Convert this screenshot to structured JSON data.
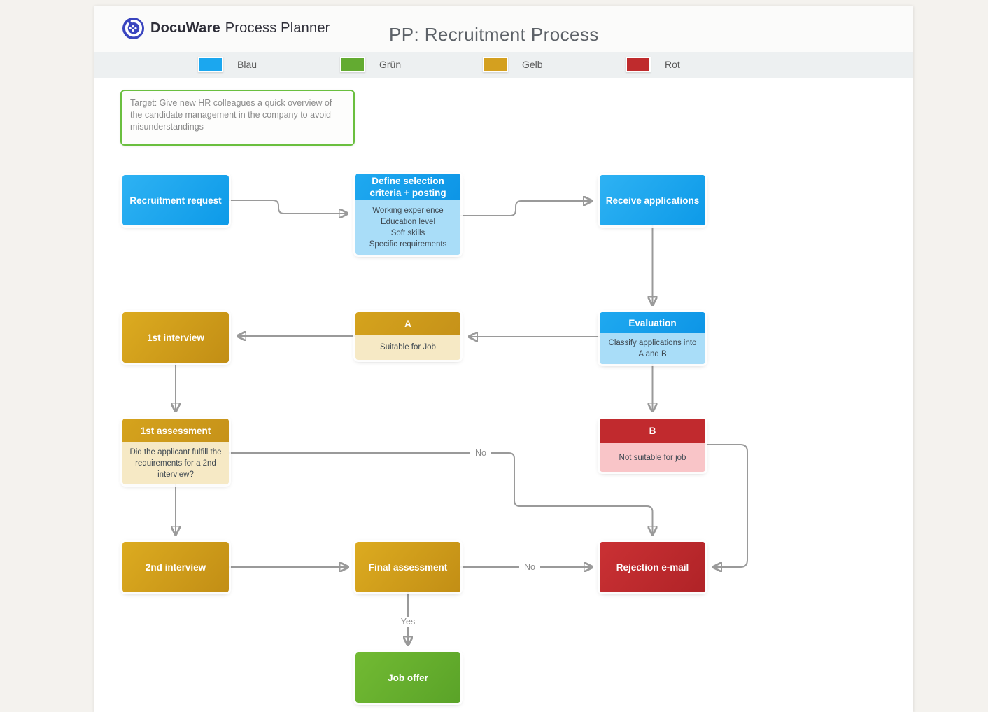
{
  "header": {
    "brand_bold": "DocuWare",
    "brand_light": "Process Planner",
    "title": "PP: Recruitment Process"
  },
  "legend": {
    "items": [
      {
        "label": "Blau",
        "color": "#1ba7ef"
      },
      {
        "label": "Grün",
        "color": "#63ab31"
      },
      {
        "label": "Gelb",
        "color": "#d4a01f"
      },
      {
        "label": "Rot",
        "color": "#bf2b2d"
      }
    ]
  },
  "note": {
    "text": "Target: Give new HR colleagues a quick overview of the candidate management in the company to avoid misunderstandings"
  },
  "nodes": {
    "recruitment_request": {
      "label": "Recruitment request"
    },
    "define_criteria": {
      "label": "Define selection criteria + posting",
      "details": [
        "Working experience",
        "Education level",
        "Soft skills",
        "Specific requirements"
      ]
    },
    "receive_applications": {
      "label": "Receive applications"
    },
    "evaluation": {
      "label": "Evaluation",
      "details": [
        "Classify applications into",
        "A and B"
      ]
    },
    "a_class": {
      "label": "A",
      "details": [
        "Suitable for Job"
      ]
    },
    "first_interview": {
      "label": "1st interview"
    },
    "first_assessment": {
      "label": "1st assessment",
      "details": [
        "Did the applicant fulfill the",
        "requirements for a 2nd",
        "interview?"
      ]
    },
    "b_class": {
      "label": "B",
      "details": [
        "Not suitable for job"
      ]
    },
    "second_interview": {
      "label": "2nd interview"
    },
    "final_assessment": {
      "label": "Final assessment"
    },
    "rejection_email": {
      "label": "Rejection e-mail"
    },
    "job_offer": {
      "label": "Job offer"
    }
  },
  "edge_labels": {
    "no_assessment": "No",
    "no_final": "No",
    "yes_final": "Yes"
  },
  "colors": {
    "blue": "#18a5ee",
    "light_blue": "#a9ddf8",
    "green": "#66b12f",
    "yellow": "#d09c1d",
    "cream": "#f6e9c5",
    "red": "#c02b2e",
    "pink": "#f9c5c8",
    "connector": "#9a9a9a",
    "note_border": "#6abf3f",
    "brand_indigo": "#3a45bf"
  }
}
